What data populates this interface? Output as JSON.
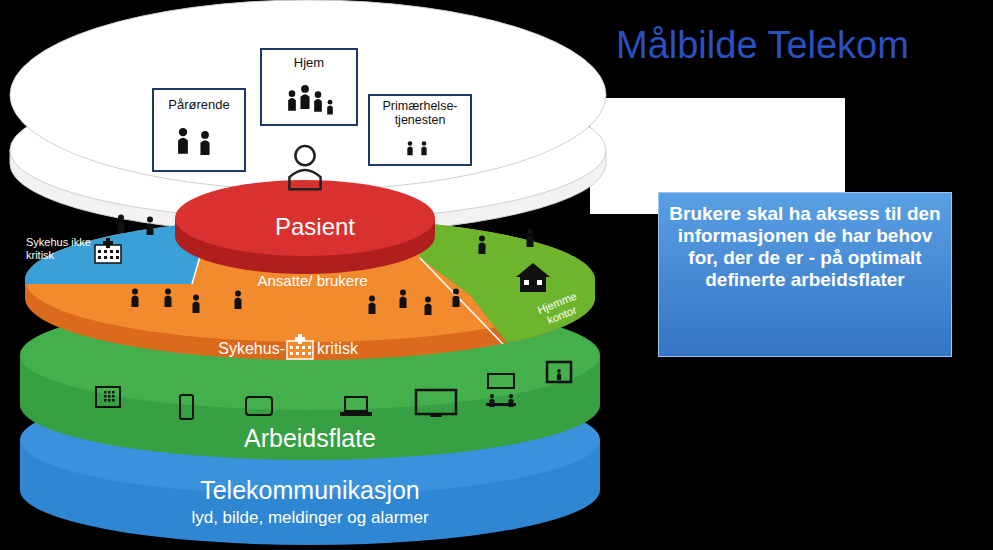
{
  "diagram": {
    "title": "Målbilde Telekom",
    "nodes": [
      {
        "text": [
          "Pårørende"
        ]
      },
      {
        "text": [
          "Hjem"
        ]
      },
      {
        "text": [
          "Primærhelse- tjenesten"
        ]
      },
      {
        "text": [
          "Pasient"
        ]
      },
      {
        "text": [
          "Sykehus ikke kritisk"
        ]
      },
      {
        "text": [
          "Ansatte/ brukere",
          "Sykehus-",
          "kritisk"
        ]
      },
      {
        "text": [
          "Hjemme kontor"
        ]
      },
      {
        "text": [
          "Arbeidsflate"
        ]
      },
      {
        "text": [
          "Telekommunikasjon",
          "lyd, bilde, meldinger og alarmer"
        ]
      },
      {
        "text": [
          "Brukere skal ha aksess til den informasjonen de har behov for, der de er - på optimalt definerte arbeidsflater"
        ]
      }
    ]
  }
}
